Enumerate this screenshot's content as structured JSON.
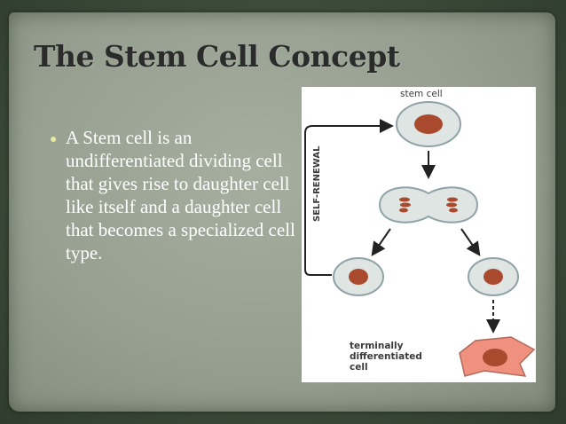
{
  "slide": {
    "title": "The Stem Cell Concept",
    "bullet_text": "A Stem cell is an undifferentiated dividing cell that gives rise to daughter cell like itself and a daughter cell that becomes a specialized cell type."
  },
  "figure": {
    "stem_cell_label": "stem cell",
    "self_renewal_label": "SELF-RENEWAL",
    "terminal_label_line1": "terminally",
    "terminal_label_line2": "differentiated",
    "terminal_label_line3": "cell"
  },
  "colors": {
    "cell_fill": "#dfe5e3",
    "nucleus": "#a94a2e",
    "differentiated_cell": "#f0907e",
    "title": "#2b2b2b",
    "bullet": "#e8eaa0"
  }
}
